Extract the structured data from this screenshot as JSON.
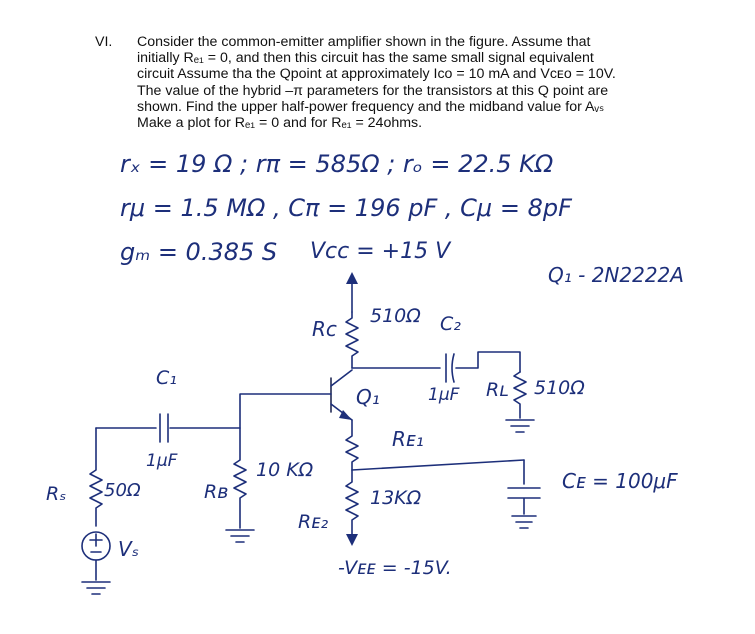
{
  "problem": {
    "number": "VI.",
    "lines": [
      "Consider the common-emitter amplifier shown in the figure. Assume that",
      "initially Rₑ₁ = 0, and then this circuit has the same small signal equivalent",
      "circuit  Assume tha the Qpoint at approximately Iᴄᴏ = 10 mA and Vᴄᴇᴏ = 10V.",
      "The value of the hybrid –π parameters for the transistors at this Q point are",
      "shown. Find the upper half-power frequency and the midband value for Aᵥₛ",
      "Make a plot  for Rₑ₁ = 0 and for Rₑ₁ = 24ohms."
    ]
  },
  "handwritten": {
    "params_line1": "rₓ = 19 Ω ;  rπ = 585Ω ;  rₒ = 22.5 KΩ",
    "params_line2": "rμ = 1.5 MΩ ,  Cπ = 196 pF ,  Cμ = 8pF",
    "params_line3": "gₘ = 0.385 S",
    "vcc": "Vcc = +15 V",
    "transistor_part": "Q₁ - 2N2222A",
    "rc_label": "Rc",
    "rc_value": "510Ω",
    "c2_label": "C₂",
    "c2_value": "1μF",
    "rl_label": "Rʟ",
    "rl_value": "510Ω",
    "c1_label": "C₁",
    "c1_value": "1μF",
    "q1_label": "Q₁",
    "re1_label": "Rᴇ₁",
    "rb_label": "Rʙ",
    "rb_value": "10 KΩ",
    "rs_label": "Rₛ",
    "rs_value": "50Ω",
    "re2_label": "Rᴇ₂",
    "re2_value": "13KΩ",
    "ce_label": "Cᴇ = 100μF",
    "vs_label": "Vₛ",
    "vee": "-Vᴇᴇ = -15V."
  }
}
